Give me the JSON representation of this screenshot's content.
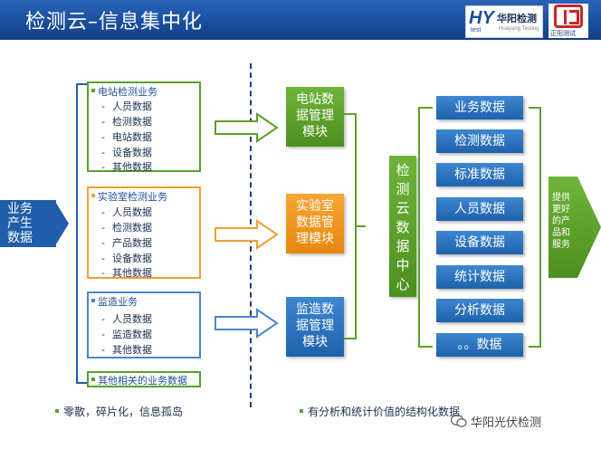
{
  "header": {
    "title": "检测云–信息集中化",
    "logo_hy": {
      "mark": "HY",
      "sub": "test",
      "cn": "华阳检测",
      "en": "Huayang Testing"
    },
    "logo_zy": {
      "text": "正阳测试"
    }
  },
  "source": {
    "label_lines": [
      "业务",
      "产生",
      "数据"
    ]
  },
  "categories": [
    {
      "title": "电站检测业务",
      "items": [
        "人员数据",
        "检测数据",
        "电站数据",
        "设备数据",
        "其他数据"
      ]
    },
    {
      "title": "实验室检测业务",
      "items": [
        "人员数据",
        "检测数据",
        "产品数据",
        "设备数据",
        "其他数据"
      ]
    },
    {
      "title": "监造业务",
      "items": [
        "人员数据",
        "监造数据",
        "其他数据"
      ]
    },
    {
      "title": "其他相关的业务数据",
      "items": []
    }
  ],
  "item_dash": "-",
  "modules": [
    {
      "lines": [
        "电站数",
        "据管理",
        "模块"
      ]
    },
    {
      "lines": [
        "实验室",
        "数据管",
        "理模块"
      ]
    },
    {
      "lines": [
        "监造数",
        "据管理",
        "模块"
      ]
    }
  ],
  "center": {
    "lines": [
      "检",
      "测",
      "云",
      "数",
      "据",
      "中",
      "心"
    ]
  },
  "data_items": [
    "业务数据",
    "检测数据",
    "标准数据",
    "人员数据",
    "设备数据",
    "统计数据",
    "分析数据",
    "。。数据"
  ],
  "final": {
    "lines": [
      "提供",
      "更好",
      "的产",
      "品和",
      "服务"
    ]
  },
  "footer": {
    "left": "零散，碎片化，信息孤岛",
    "right": "有分析和统计价值的结构化数据"
  },
  "watermark": "华阳光伏检测",
  "colors": {
    "blue": "#1f5ea8",
    "green": "#5aa02c",
    "orange": "#f0a030",
    "header": "#1a4f9e"
  }
}
